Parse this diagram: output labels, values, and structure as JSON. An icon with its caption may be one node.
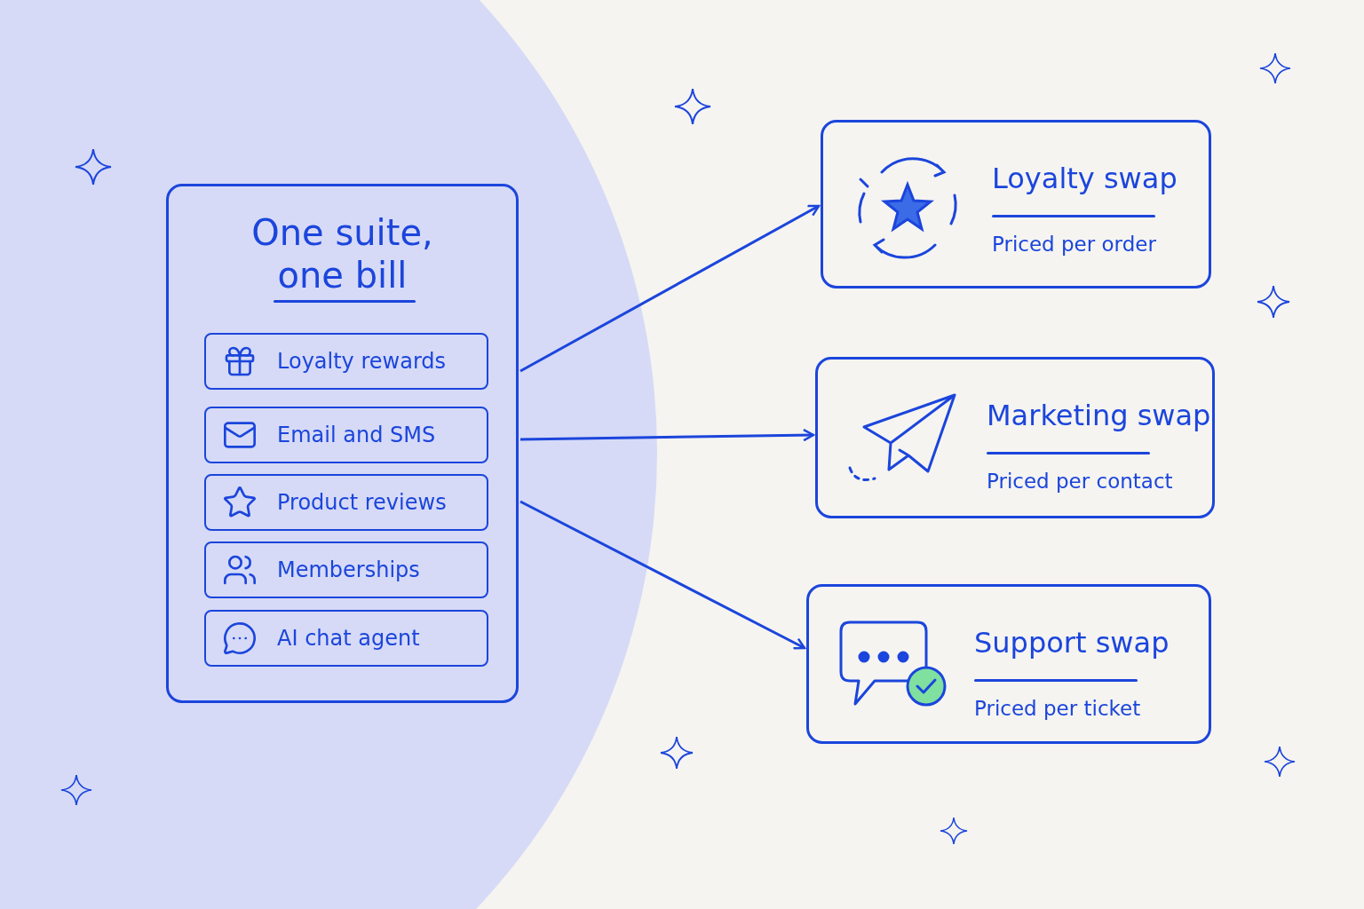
{
  "diagram": {
    "nodes": [
      {
        "text": [
          "One suite, one bill"
        ]
      },
      {
        "text": [
          "Loyalty rewards"
        ],
        "in": 0
      },
      {
        "text": [
          "Email and SMS"
        ],
        "in": 0
      },
      {
        "text": [
          "Product reviews"
        ],
        "in": 0
      },
      {
        "text": [
          "Memberships"
        ],
        "in": 0
      },
      {
        "text": [
          "AI chat agent"
        ],
        "in": 0
      },
      {
        "text": [
          "Loyalty swap",
          "Priced per order"
        ]
      },
      {
        "text": [
          "Marketing swap",
          "Priced per contact"
        ]
      },
      {
        "text": [
          "Support swap",
          "Priced per ticket"
        ]
      }
    ],
    "edges": [
      {
        "from": 0,
        "to": 6,
        "arrow": "to"
      },
      {
        "from": 0,
        "to": 7,
        "arrow": "to"
      },
      {
        "from": 0,
        "to": 8,
        "arrow": "to"
      }
    ]
  }
}
